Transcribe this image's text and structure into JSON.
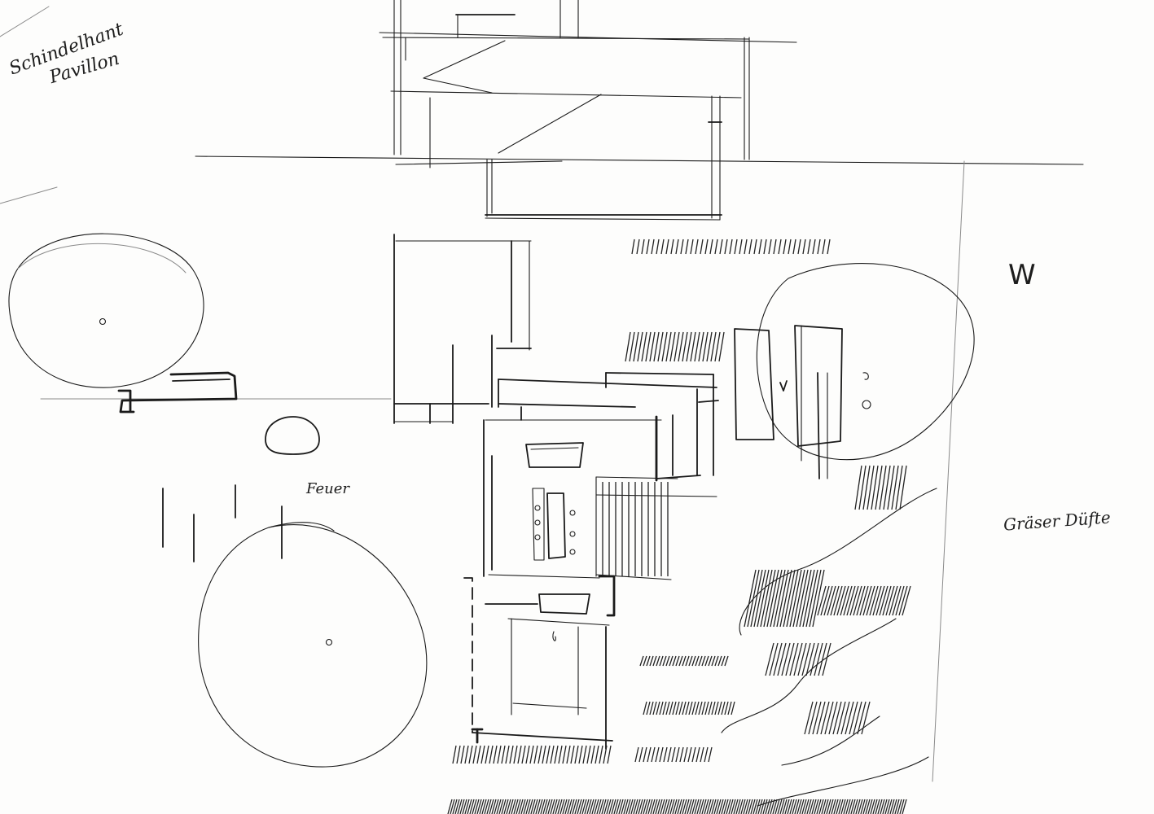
{
  "notes": {
    "title_line1": "Schindelhant",
    "title_line2": "Pavillon",
    "north_mark": "W",
    "fire_label": "Feuer",
    "grass_label": "Gräser Düfte"
  },
  "colors": {
    "paper": "#fdfdfc",
    "ink": "#1a1a1a",
    "guide": "#8a8a8a"
  }
}
